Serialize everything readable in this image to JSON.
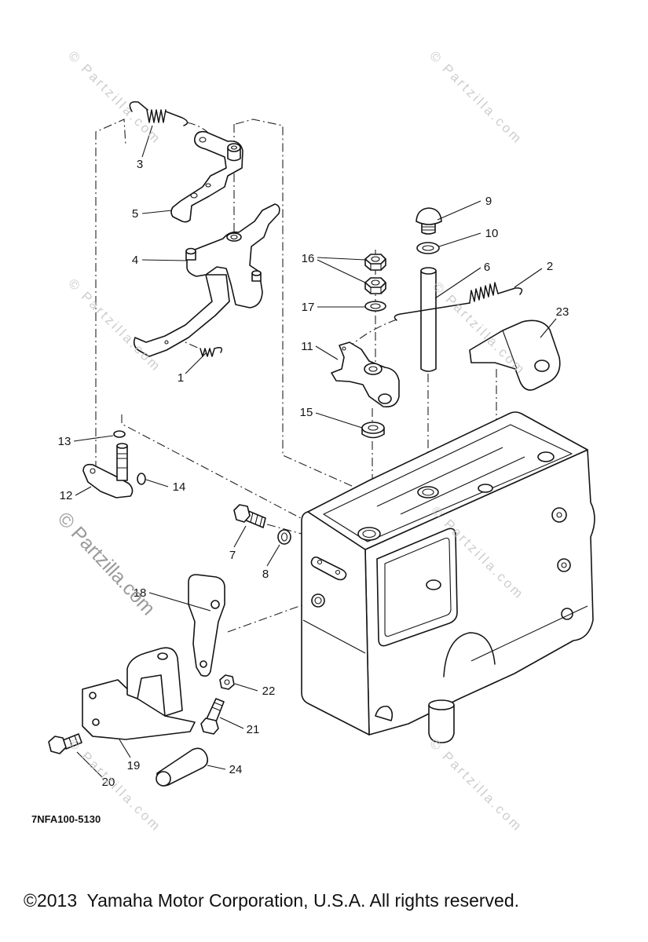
{
  "diagram": {
    "callouts": {
      "c1": "1",
      "c2": "2",
      "c3": "3",
      "c4": "4",
      "c5": "5",
      "c6": "6",
      "c7": "7",
      "c8": "8",
      "c9": "9",
      "c10": "10",
      "c11": "11",
      "c12": "12",
      "c13": "13",
      "c14": "14",
      "c15": "15",
      "c16": "16",
      "c17": "17",
      "c18": "18",
      "c19": "19",
      "c20": "20",
      "c21": "21",
      "c22": "22",
      "c23": "23",
      "c24": "24"
    },
    "drawing_code": "7NFA100-5130"
  },
  "watermark": {
    "small": "© Partzilla.com",
    "large": "© Partzilla.com"
  },
  "footer": {
    "copyright": "©2013  Yamaha Motor Corporation, U.S.A. All rights reserved."
  }
}
